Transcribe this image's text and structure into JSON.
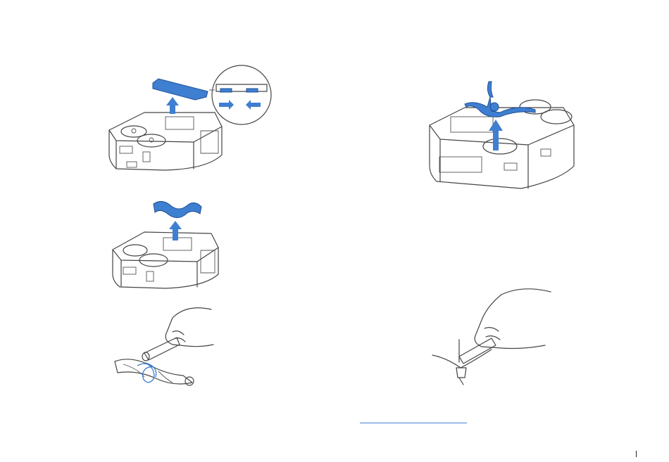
{
  "page": {
    "title": "",
    "colors": {
      "accent": "#3f7fd1",
      "line": "#444444",
      "background": "#ffffff"
    }
  },
  "illustrations": [
    {
      "name": "remove-brush-guard",
      "icon": "robot-brush-guard-lift-icon"
    },
    {
      "name": "remove-main-brush",
      "icon": "robot-main-brush-lift-icon"
    },
    {
      "name": "cut-hair-from-main-brush",
      "icon": "hand-tool-main-brush-icon"
    },
    {
      "name": "remove-side-brush",
      "icon": "robot-side-brush-lift-icon"
    },
    {
      "name": "cut-hair-from-side-brush",
      "icon": "hand-tool-side-brush-icon"
    }
  ]
}
